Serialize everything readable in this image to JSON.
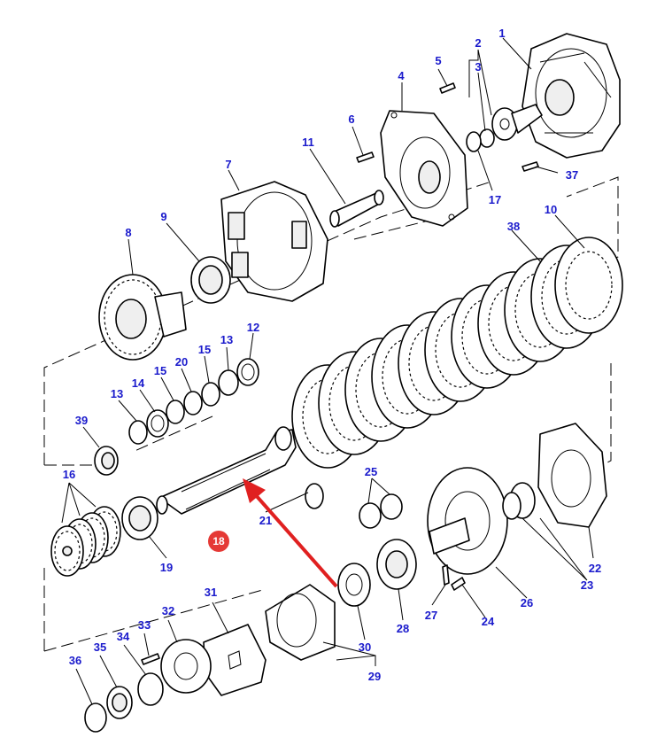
{
  "diagram": {
    "callout_color": "#1a1acc",
    "highlight_color": "#e53935",
    "arrow_color": "#e02020",
    "callouts": [
      "1",
      "2",
      "3",
      "4",
      "5",
      "6",
      "7",
      "8",
      "9",
      "10",
      "11",
      "12",
      "13",
      "13",
      "14",
      "15",
      "15",
      "16",
      "17",
      "19",
      "20",
      "21",
      "22",
      "23",
      "24",
      "25",
      "26",
      "27",
      "28",
      "29",
      "30",
      "31",
      "32",
      "33",
      "34",
      "35",
      "36",
      "37",
      "38",
      "39"
    ],
    "highlighted_part": "18"
  }
}
